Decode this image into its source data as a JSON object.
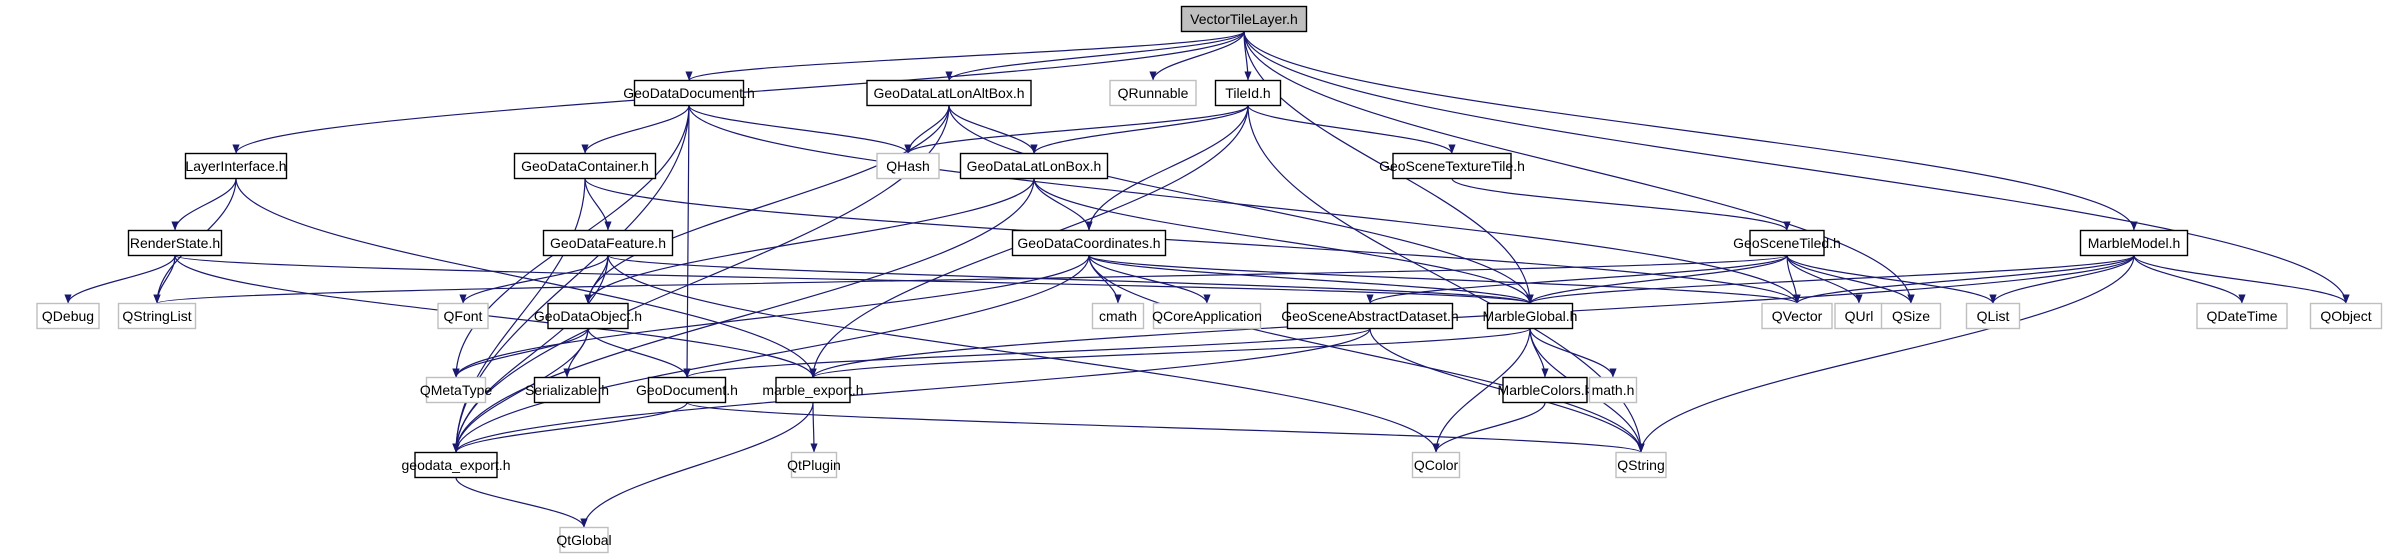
{
  "title": "VectorTileLayer.h",
  "colors": {
    "edge": "#191970",
    "root_fill": "#bfbfbf",
    "local_border": "#000000",
    "external_border": "#bfbfbf"
  },
  "nodes": [
    {
      "id": "VectorTileLayer",
      "label": "VectorTileLayer.h",
      "kind": "root"
    },
    {
      "id": "GeoDataDocument",
      "label": "GeoDataDocument.h",
      "kind": "local"
    },
    {
      "id": "GeoDataLatLonAltBox",
      "label": "GeoDataLatLonAltBox.h",
      "kind": "local"
    },
    {
      "id": "QRunnable",
      "label": "QRunnable",
      "kind": "external"
    },
    {
      "id": "TileId",
      "label": "TileId.h",
      "kind": "local"
    },
    {
      "id": "LayerInterface",
      "label": "LayerInterface.h",
      "kind": "local"
    },
    {
      "id": "GeoDataContainer",
      "label": "GeoDataContainer.h",
      "kind": "local"
    },
    {
      "id": "QHash",
      "label": "QHash",
      "kind": "external"
    },
    {
      "id": "GeoDataLatLonBox",
      "label": "GeoDataLatLonBox.h",
      "kind": "local"
    },
    {
      "id": "GeoSceneTextureTile",
      "label": "GeoSceneTextureTile.h",
      "kind": "local"
    },
    {
      "id": "RenderState",
      "label": "RenderState.h",
      "kind": "local"
    },
    {
      "id": "GeoDataFeature",
      "label": "GeoDataFeature.h",
      "kind": "local"
    },
    {
      "id": "GeoDataCoordinates",
      "label": "GeoDataCoordinates.h",
      "kind": "local"
    },
    {
      "id": "GeoSceneTiled",
      "label": "GeoSceneTiled.h",
      "kind": "local"
    },
    {
      "id": "MarbleModel",
      "label": "MarbleModel.h",
      "kind": "local"
    },
    {
      "id": "QDebug",
      "label": "QDebug",
      "kind": "external"
    },
    {
      "id": "QStringList",
      "label": "QStringList",
      "kind": "external"
    },
    {
      "id": "QFont",
      "label": "QFont",
      "kind": "external"
    },
    {
      "id": "GeoDataObject",
      "label": "GeoDataObject.h",
      "kind": "local"
    },
    {
      "id": "cmath",
      "label": "cmath",
      "kind": "external"
    },
    {
      "id": "QCoreApplication",
      "label": "QCoreApplication",
      "kind": "external"
    },
    {
      "id": "GeoSceneAbstractDataset",
      "label": "GeoSceneAbstractDataset.h",
      "kind": "local"
    },
    {
      "id": "MarbleGlobal",
      "label": "MarbleGlobal.h",
      "kind": "local"
    },
    {
      "id": "QVector",
      "label": "QVector",
      "kind": "external"
    },
    {
      "id": "QUrl",
      "label": "QUrl",
      "kind": "external"
    },
    {
      "id": "QSize",
      "label": "QSize",
      "kind": "external"
    },
    {
      "id": "QList",
      "label": "QList",
      "kind": "external"
    },
    {
      "id": "QDateTime",
      "label": "QDateTime",
      "kind": "external"
    },
    {
      "id": "QObject",
      "label": "QObject",
      "kind": "external"
    },
    {
      "id": "QMetaType",
      "label": "QMetaType",
      "kind": "external"
    },
    {
      "id": "Serializable",
      "label": "Serializable.h",
      "kind": "local"
    },
    {
      "id": "GeoDocument",
      "label": "GeoDocument.h",
      "kind": "local"
    },
    {
      "id": "marble_export",
      "label": "marble_export.h",
      "kind": "local"
    },
    {
      "id": "MarbleColors",
      "label": "MarbleColors.h",
      "kind": "local"
    },
    {
      "id": "math_h",
      "label": "math.h",
      "kind": "external"
    },
    {
      "id": "geodata_export",
      "label": "geodata_export.h",
      "kind": "local"
    },
    {
      "id": "QtPlugin",
      "label": "QtPlugin",
      "kind": "external"
    },
    {
      "id": "QColor",
      "label": "QColor",
      "kind": "external"
    },
    {
      "id": "QString",
      "label": "QString",
      "kind": "external"
    },
    {
      "id": "QtGlobal",
      "label": "QtGlobal",
      "kind": "external"
    }
  ],
  "edges": [
    [
      "VectorTileLayer",
      "GeoDataDocument"
    ],
    [
      "VectorTileLayer",
      "GeoDataLatLonAltBox"
    ],
    [
      "VectorTileLayer",
      "QRunnable"
    ],
    [
      "VectorTileLayer",
      "TileId"
    ],
    [
      "VectorTileLayer",
      "LayerInterface"
    ],
    [
      "VectorTileLayer",
      "MarbleGlobal"
    ],
    [
      "VectorTileLayer",
      "MarbleModel"
    ],
    [
      "VectorTileLayer",
      "QSize"
    ],
    [
      "VectorTileLayer",
      "QObject"
    ],
    [
      "GeoDataDocument",
      "GeoDataContainer"
    ],
    [
      "GeoDataDocument",
      "QHash"
    ],
    [
      "GeoDataDocument",
      "GeoDocument"
    ],
    [
      "GeoDataDocument",
      "geodata_export"
    ],
    [
      "GeoDataDocument",
      "QMetaType"
    ],
    [
      "GeoDataDocument",
      "QVector"
    ],
    [
      "GeoDataLatLonAltBox",
      "QHash"
    ],
    [
      "GeoDataLatLonAltBox",
      "GeoDataLatLonBox"
    ],
    [
      "GeoDataLatLonAltBox",
      "GeoDataObject"
    ],
    [
      "GeoDataLatLonAltBox",
      "geodata_export"
    ],
    [
      "GeoDataLatLonAltBox",
      "MarbleGlobal"
    ],
    [
      "TileId",
      "QHash"
    ],
    [
      "TileId",
      "GeoDataLatLonBox"
    ],
    [
      "TileId",
      "GeoSceneTextureTile"
    ],
    [
      "TileId",
      "GeoDataCoordinates"
    ],
    [
      "TileId",
      "marble_export"
    ],
    [
      "TileId",
      "QString"
    ],
    [
      "LayerInterface",
      "RenderState"
    ],
    [
      "LayerInterface",
      "QStringList"
    ],
    [
      "LayerInterface",
      "marble_export"
    ],
    [
      "GeoDataContainer",
      "GeoDataFeature"
    ],
    [
      "GeoDataContainer",
      "geodata_export"
    ],
    [
      "GeoDataContainer",
      "QVector"
    ],
    [
      "GeoDataLatLonBox",
      "GeoDataCoordinates"
    ],
    [
      "GeoDataLatLonBox",
      "GeoDataObject"
    ],
    [
      "GeoDataLatLonBox",
      "geodata_export"
    ],
    [
      "GeoDataLatLonBox",
      "MarbleGlobal"
    ],
    [
      "GeoSceneTextureTile",
      "GeoSceneTiled"
    ],
    [
      "RenderState",
      "QDebug"
    ],
    [
      "RenderState",
      "QStringList"
    ],
    [
      "RenderState",
      "MarbleGlobal"
    ],
    [
      "RenderState",
      "marble_export"
    ],
    [
      "GeoDataFeature",
      "QFont"
    ],
    [
      "GeoDataFeature",
      "GeoDataObject"
    ],
    [
      "GeoDataFeature",
      "geodata_export"
    ],
    [
      "GeoDataFeature",
      "MarbleGlobal"
    ],
    [
      "GeoDataFeature",
      "QColor"
    ],
    [
      "GeoDataCoordinates",
      "cmath"
    ],
    [
      "GeoDataCoordinates",
      "QCoreApplication"
    ],
    [
      "GeoDataCoordinates",
      "MarbleGlobal"
    ],
    [
      "GeoDataCoordinates",
      "QVector"
    ],
    [
      "GeoDataCoordinates",
      "QMetaType"
    ],
    [
      "GeoDataCoordinates",
      "geodata_export"
    ],
    [
      "GeoDataCoordinates",
      "QString"
    ],
    [
      "GeoSceneTiled",
      "GeoSceneAbstractDataset"
    ],
    [
      "GeoSceneTiled",
      "MarbleGlobal"
    ],
    [
      "GeoSceneTiled",
      "QVector"
    ],
    [
      "GeoSceneTiled",
      "QUrl"
    ],
    [
      "GeoSceneTiled",
      "QSize"
    ],
    [
      "GeoSceneTiled",
      "QList"
    ],
    [
      "GeoSceneTiled",
      "QStringList"
    ],
    [
      "MarbleModel",
      "MarbleGlobal"
    ],
    [
      "MarbleModel",
      "QVector"
    ],
    [
      "MarbleModel",
      "QList"
    ],
    [
      "MarbleModel",
      "QDateTime"
    ],
    [
      "MarbleModel",
      "QObject"
    ],
    [
      "MarbleModel",
      "marble_export"
    ],
    [
      "MarbleModel",
      "QString"
    ],
    [
      "GeoDataObject",
      "QMetaType"
    ],
    [
      "GeoDataObject",
      "Serializable"
    ],
    [
      "GeoDataObject",
      "GeoDocument"
    ],
    [
      "GeoDataObject",
      "geodata_export"
    ],
    [
      "GeoSceneAbstractDataset",
      "GeoDocument"
    ],
    [
      "GeoSceneAbstractDataset",
      "geodata_export"
    ],
    [
      "GeoSceneAbstractDataset",
      "QString"
    ],
    [
      "MarbleGlobal",
      "marble_export"
    ],
    [
      "MarbleGlobal",
      "MarbleColors"
    ],
    [
      "MarbleGlobal",
      "math_h"
    ],
    [
      "MarbleGlobal",
      "QColor"
    ],
    [
      "MarbleGlobal",
      "QString"
    ],
    [
      "GeoDocument",
      "geodata_export"
    ],
    [
      "GeoDocument",
      "QString"
    ],
    [
      "marble_export",
      "QtPlugin"
    ],
    [
      "marble_export",
      "QtGlobal"
    ],
    [
      "MarbleColors",
      "QColor"
    ],
    [
      "geodata_export",
      "QtGlobal"
    ]
  ]
}
